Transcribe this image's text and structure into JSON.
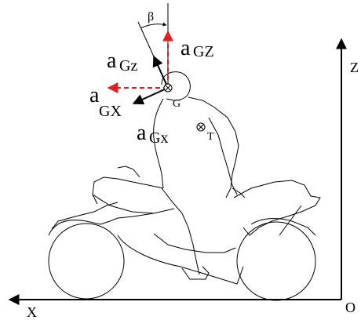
{
  "labels": {
    "beta": "β",
    "a_GZ_a": "a",
    "a_GZ_sub": "GZ",
    "a_Gz_a": "a",
    "a_Gz_sub": "Gz",
    "a_GX_a": "a",
    "a_GX_sub": "GX",
    "a_Gx_a": "a",
    "a_Gx_sub": "Gx",
    "point_G": "G",
    "point_T": "T",
    "axis_Z": "Z",
    "axis_X": "X",
    "origin": "O"
  },
  "colors": {
    "outline": "#000000",
    "dashed_vector": "#e02020",
    "background": "#ffffff"
  }
}
